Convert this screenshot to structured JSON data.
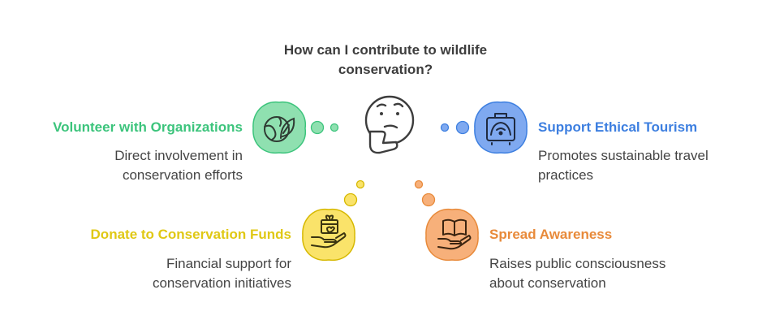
{
  "question": {
    "line1": "How can I contribute to wildlife",
    "line2": "conservation?"
  },
  "center_icon": "thinking-face-icon",
  "options": [
    {
      "id": "volunteer",
      "title": "Volunteer with Organizations",
      "desc_line1": "Direct involvement in",
      "desc_line2": "conservation efforts",
      "color": "#3cc47c",
      "bubble_fill": "#8fe0b0",
      "icon": "globe-leaf-icon"
    },
    {
      "id": "tourism",
      "title": "Support Ethical Tourism",
      "desc_line1": "Promotes sustainable travel",
      "desc_line2": "practices",
      "color": "#3d7fe0",
      "bubble_fill": "#7fa9f0",
      "icon": "suitcase-icon"
    },
    {
      "id": "donate",
      "title": "Donate to Conservation Funds",
      "desc_line1": "Financial support for",
      "desc_line2": "conservation initiatives",
      "color": "#e0c814",
      "bubble_fill": "#fae36a",
      "icon": "gift-hand-icon"
    },
    {
      "id": "awareness",
      "title": "Spread Awareness",
      "desc_line1": "Raises public consciousness",
      "desc_line2": "about conservation",
      "color": "#e88a3a",
      "bubble_fill": "#f7b07a",
      "icon": "book-hand-icon"
    }
  ]
}
